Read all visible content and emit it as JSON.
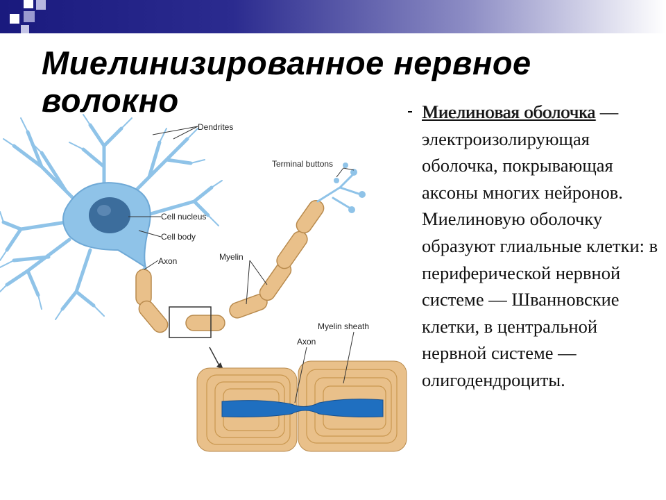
{
  "slide": {
    "title": "Миелинизированное нервное волокно",
    "term": "Миелиновая оболочка",
    "definition": " — электроизолирующая оболочка, покрывающая аксоны многих нейронов. Миелиновую оболочку образуют глиальные клетки: в периферической нервной системе — Шванновские клетки, в центральной нервной системе — олигодендроциты."
  },
  "figure": {
    "labels": {
      "dendrites": "Dendrites",
      "terminal_buttons": "Terminal buttons",
      "cell_nucleus": "Cell nucleus",
      "cell_body": "Cell body",
      "axon": "Axon",
      "myelin": "Myelin",
      "axon_detail": "Axon",
      "myelin_sheath": "Myelin sheath"
    }
  },
  "colors": {
    "header_dark": "#1a1a7e",
    "neuron": "#8fc3e8",
    "nucleus": "#3c6d9c",
    "myelin": "#e9c08a",
    "axon_detail": "#1f6fc0"
  }
}
